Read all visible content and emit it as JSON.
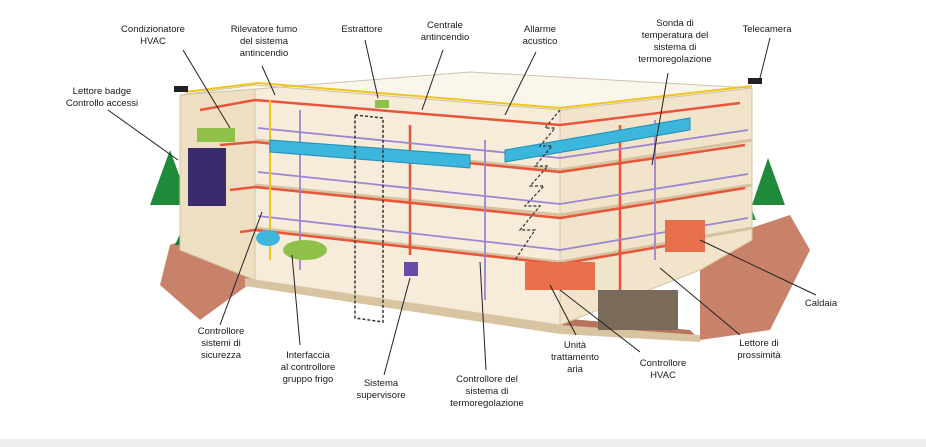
{
  "labels": {
    "hvac_conditioner": "Condizionatore\nHVAC",
    "smoke_detector": "Rilevatore fumo\ndel sistema\nantincendio",
    "extractor": "Estrattore",
    "fire_control_unit": "Centrale\nantincendio",
    "acoustic_alarm": "Allarme\nacustico",
    "temp_probe": "Sonda di\ntemperatura del\nsistema di\ntermoregolazione",
    "camera": "Telecamera",
    "badge_reader": "Lettore badge\nControllo accessi",
    "security_controller": "Controllore\nsistemi di\nsicurezza",
    "chiller_interface": "Interfaccia\nal controllore\ngruppo frigo",
    "supervisor_system": "Sistema\nsupervisore",
    "thermo_controller": "Controllore del\nsistema di\ntermoregolazione",
    "air_handling_unit": "Unità\ntrattamento\naria",
    "hvac_controller": "Controllore\nHVAC",
    "proximity_reader": "Lettore di\nprossimità",
    "boiler": "Caldaia"
  },
  "colors": {
    "wall": "#f6ecd9",
    "floor_slab": "#f3e6cc",
    "fire_pipe": "#e8553a",
    "bms_cable": "#9a86d2",
    "alarm_cable": "#f0c419",
    "duct": "#3cb6dc",
    "rock": "#c9826a",
    "tree": "#1f8a3a",
    "equipment": "#e8704a",
    "leader": "#222222"
  }
}
